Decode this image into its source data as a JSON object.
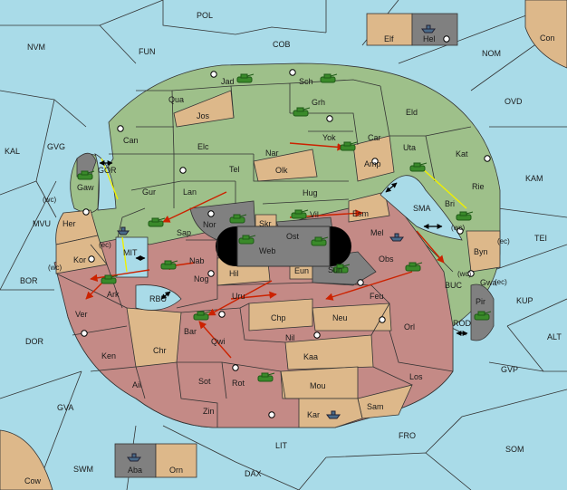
{
  "colors": {
    "sea": "#a9dbe8",
    "green_power": "#9ec08a",
    "pink_power": "#c48a86",
    "neutral": "#ddb88a",
    "dark_grey": "#808080",
    "arrow": "#cc2200",
    "support_arrow": "#f0f000"
  },
  "seas": {
    "pol": "POL",
    "nvm": "NVM",
    "fun": "FUN",
    "cob": "COB",
    "nom": "NOM",
    "con": "Con",
    "ovd": "OVD",
    "kal": "KAL",
    "gvg": "GVG",
    "kam": "KAM",
    "mvu": "MVU",
    "bor": "BOR",
    "tei": "TEI",
    "kup": "KUP",
    "alt": "ALT",
    "dor": "DOR",
    "gvp": "GVP",
    "gva": "GVA",
    "fro": "FRO",
    "som": "SOM",
    "lit": "LIT",
    "swm": "SWM",
    "dax": "DAX",
    "cow": "Cow",
    "gor": "GOR",
    "mit": "MIT",
    "rbu": "RBU",
    "sma": "SMA",
    "buc": "BUC",
    "rod": "ROD"
  },
  "provinces": {
    "elf": "Elf",
    "hel": "Hel",
    "jad": "Jad",
    "sch": "Sch",
    "qua": "Qua",
    "jos": "Jos",
    "grh": "Grh",
    "eld": "Eld",
    "can": "Can",
    "yok": "Yok",
    "car": "Car",
    "uta": "Uta",
    "kat": "Kat",
    "elc": "Elc",
    "nar": "Nar",
    "amp": "Amp",
    "tel": "Tel",
    "olk": "Olk",
    "gaw": "Gaw",
    "gur": "Gur",
    "lan": "Lan",
    "hug": "Hug",
    "rie": "Rie",
    "bri": "Bri",
    "her": "Her",
    "esm": "Esm",
    "nor": "Nor",
    "vil": "Vil",
    "skr": "Skr",
    "sap": "Sap",
    "ost": "Ost",
    "mel": "Mel",
    "web": "Web",
    "kor": "Kor",
    "byn": "Byn",
    "nab": "Nab",
    "obs": "Obs",
    "eun": "Eun",
    "sun": "Sun",
    "hil": "Hil",
    "ark": "Ark",
    "nog": "Nog",
    "gwa": "Gwa",
    "ver": "Ver",
    "feu": "Feu",
    "pir": "Pir",
    "uru": "Uru",
    "chp": "Chp",
    "neu": "Neu",
    "bar": "Bar",
    "qwi": "Qwi",
    "orl": "Orl",
    "nil": "Nil",
    "ken": "Ken",
    "chr": "Chr",
    "kaa": "Kaa",
    "ail": "Ail",
    "sot": "Sot",
    "rot": "Rot",
    "los": "Los",
    "mou": "Mou",
    "zin": "Zin",
    "sam": "Sam",
    "kar": "Kar",
    "aba": "Aba",
    "orn": "Orn"
  },
  "coast_tags": {
    "her_wc": "(wc)",
    "kor_ec": "(ec)",
    "kor_wc": "(wc)",
    "byn_ec": "(ec)",
    "gwa_wc": "(wc)",
    "gwa_ec": "(ec)",
    "bri_wc": "(wc)"
  }
}
